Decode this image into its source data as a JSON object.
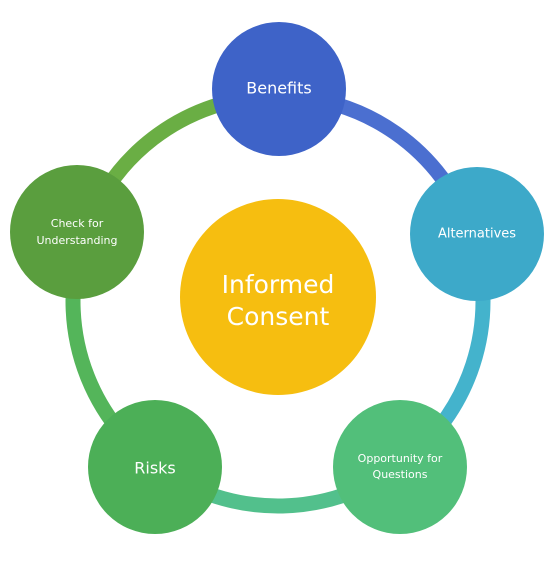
{
  "center": {
    "label_lines": [
      "Informed",
      "Consent"
    ],
    "color": "#F6BE10"
  },
  "nodes": [
    {
      "id": "benefits",
      "label_lines": [
        "Benefits"
      ],
      "color": "#3E63C8"
    },
    {
      "id": "alternatives",
      "label_lines": [
        "Alternatives"
      ],
      "color": "#3DA9C9"
    },
    {
      "id": "opportunity-for-questions",
      "label_lines": [
        "Opportunity for",
        "Questions"
      ],
      "color": "#52BF7A"
    },
    {
      "id": "risks",
      "label_lines": [
        "Risks"
      ],
      "color": "#4CAF57"
    },
    {
      "id": "check-for-understanding",
      "label_lines": [
        "Check for",
        "Understanding"
      ],
      "color": "#5A9E3E"
    }
  ],
  "ring": {
    "arc_colors": [
      "#4B6FD0",
      "#44B3CC",
      "#52C08C",
      "#54B55A",
      "#6AAE44"
    ]
  }
}
